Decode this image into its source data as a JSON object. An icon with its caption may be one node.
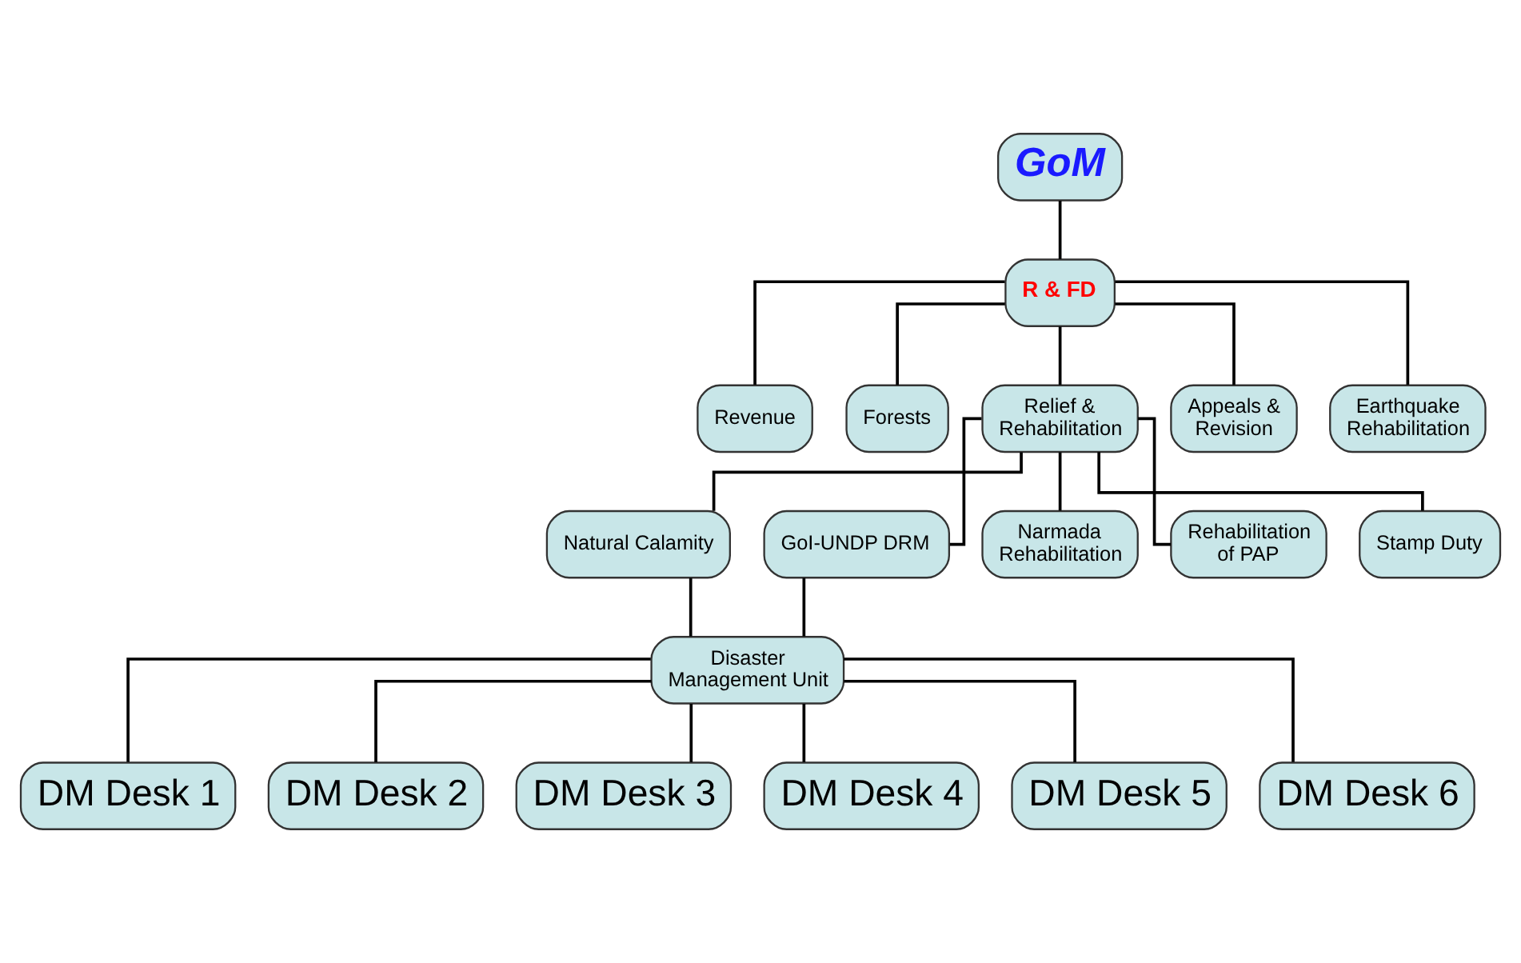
{
  "diagram": {
    "nodes": [
      {
        "text": [
          "GoM"
        ]
      },
      {
        "text": [
          "R & FD"
        ]
      },
      {
        "text": [
          "Revenue"
        ]
      },
      {
        "text": [
          "Forests"
        ]
      },
      {
        "text": [
          "Relief & Rehabilitation"
        ]
      },
      {
        "text": [
          "Appeals & Revision"
        ]
      },
      {
        "text": [
          "Earthquake Rehabilitation"
        ]
      },
      {
        "text": [
          "Natural Calamity"
        ]
      },
      {
        "text": [
          "GoI-UNDP DRM"
        ]
      },
      {
        "text": [
          "Narmada Rehabilitation"
        ]
      },
      {
        "text": [
          "Rehabilitation of PAP"
        ]
      },
      {
        "text": [
          "Stamp Duty"
        ]
      },
      {
        "text": [
          "Disaster Management Unit"
        ]
      },
      {
        "text": [
          "DM Desk 1"
        ]
      },
      {
        "text": [
          "DM Desk 2"
        ]
      },
      {
        "text": [
          "DM Desk 3"
        ]
      },
      {
        "text": [
          "DM Desk 4"
        ]
      },
      {
        "text": [
          "DM Desk 5"
        ]
      },
      {
        "text": [
          "DM Desk 6"
        ]
      }
    ],
    "edges": [
      {
        "from": 0,
        "to": 1,
        "arrow": "none"
      },
      {
        "from": 1,
        "to": 2,
        "arrow": "none"
      },
      {
        "from": 1,
        "to": 3,
        "arrow": "none"
      },
      {
        "from": 1,
        "to": 4,
        "arrow": "none"
      },
      {
        "from": 1,
        "to": 5,
        "arrow": "none"
      },
      {
        "from": 1,
        "to": 6,
        "arrow": "none"
      },
      {
        "from": 4,
        "to": 7,
        "arrow": "none"
      },
      {
        "from": 4,
        "to": 8,
        "arrow": "none"
      },
      {
        "from": 4,
        "to": 9,
        "arrow": "none"
      },
      {
        "from": 4,
        "to": 10,
        "arrow": "none"
      },
      {
        "from": 4,
        "to": 11,
        "arrow": "none"
      },
      {
        "from": 7,
        "to": 12,
        "arrow": "none"
      },
      {
        "from": 8,
        "to": 12,
        "arrow": "none"
      },
      {
        "from": 12,
        "to": 13,
        "arrow": "none"
      },
      {
        "from": 12,
        "to": 14,
        "arrow": "none"
      },
      {
        "from": 12,
        "to": 15,
        "arrow": "none"
      },
      {
        "from": 12,
        "to": 16,
        "arrow": "none"
      },
      {
        "from": 12,
        "to": 17,
        "arrow": "none"
      },
      {
        "from": 12,
        "to": 18,
        "arrow": "none"
      }
    ]
  }
}
